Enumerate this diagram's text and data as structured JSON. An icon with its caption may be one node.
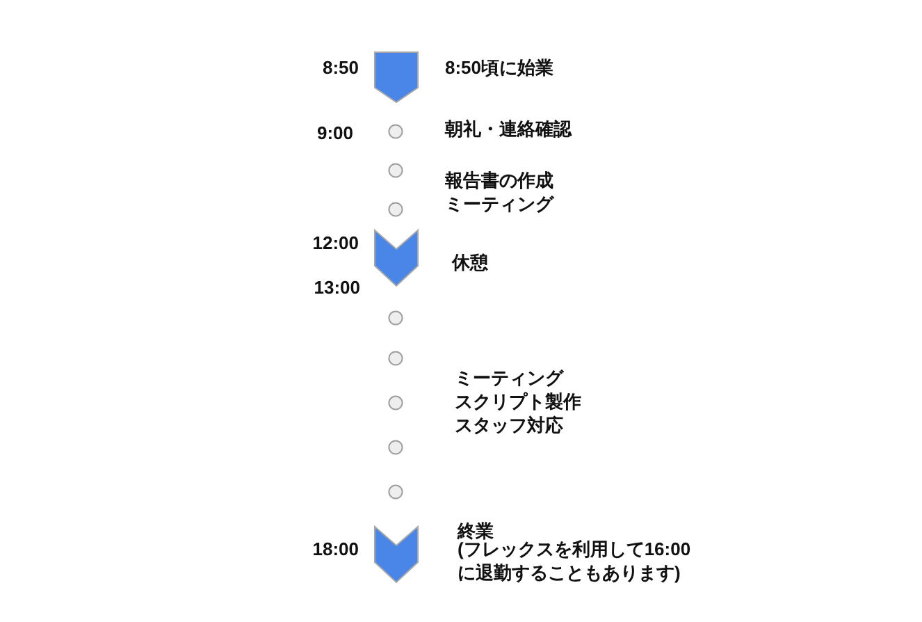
{
  "diagram": {
    "labels": [
      "8:50",
      "8:50頃に始業",
      "9:00",
      "朝礼・連絡確認",
      "報告書の作成",
      "ミーティング",
      "12:00",
      "休憩",
      "13:00",
      "ミーティング",
      "スクリプト製作",
      "スタッフ対応",
      "18:00",
      "終業",
      "(フレックスを利用して16:00に退勤することもあります)"
    ]
  }
}
